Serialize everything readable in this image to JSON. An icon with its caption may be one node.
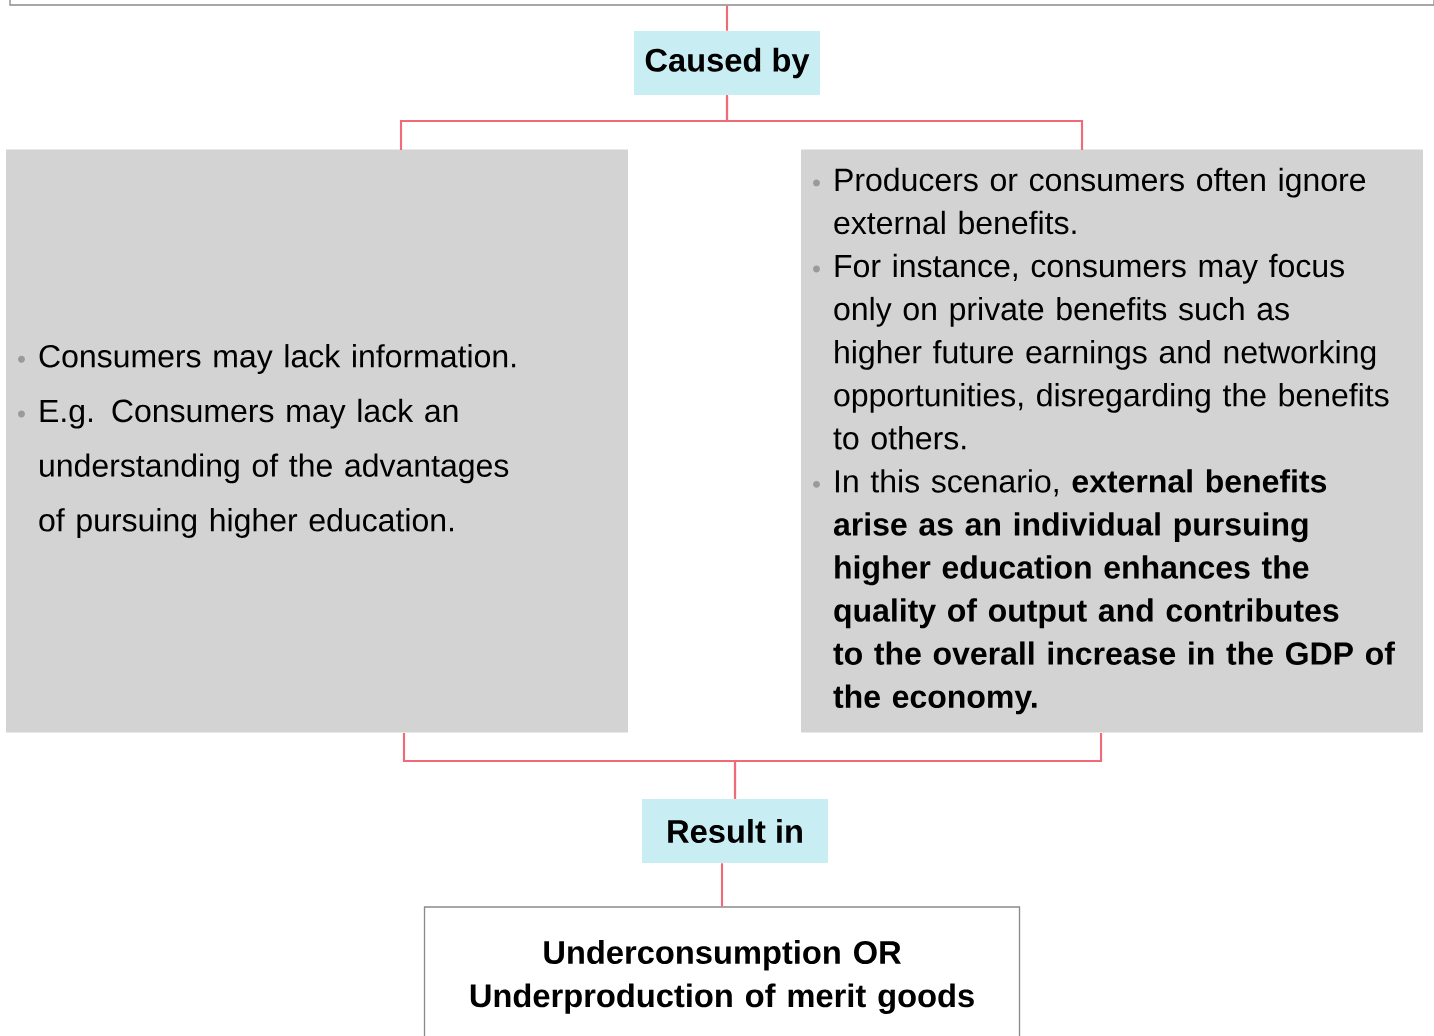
{
  "diagram": {
    "nodes": [
      {
        "text": [],
        "shape": "box"
      },
      {
        "text": [
          "Caused by"
        ]
      },
      {
        "text": [
          "Consumers may lack information.",
          "E.g. Consumers may lack an understanding of the advantages of pursuing higher education."
        ]
      },
      {
        "text": [
          "Producers or consumers often ignore external benefits.",
          "For instance, consumers may focus only on private benefits such as higher future earnings and networking opportunities, disregarding the benefits to others.",
          "In this scenario, **external benefits arise as an individual pursuing higher education enhances the quality of output and contributes to the overall increase in the GDP of the economy.**"
        ]
      },
      {
        "text": [
          "Result in"
        ]
      },
      {
        "text": [
          "Underconsumption OR Underproduction of merit goods"
        ]
      }
    ],
    "edges": [
      {
        "from": 0,
        "to": 1,
        "arrow": "none"
      },
      {
        "from": 1,
        "to": 2,
        "arrow": "none"
      },
      {
        "from": 1,
        "to": 3,
        "arrow": "none"
      },
      {
        "from": 2,
        "to": 4,
        "arrow": "none"
      },
      {
        "from": 3,
        "to": 4,
        "arrow": "none"
      },
      {
        "from": 4,
        "to": 5,
        "arrow": "none"
      }
    ]
  }
}
